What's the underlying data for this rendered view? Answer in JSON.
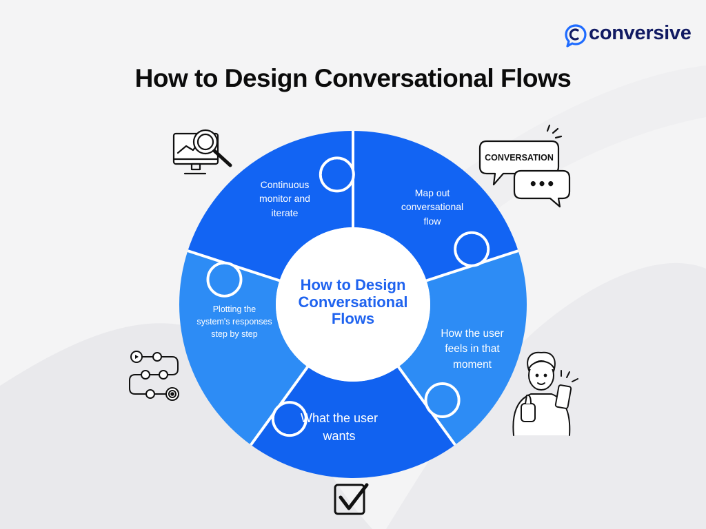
{
  "brand": {
    "name": "conversive",
    "logo_icon": "chat-bubble-logo-icon",
    "color": "#111a63"
  },
  "title": "How to Design Conversational Flows",
  "center_label": "How to Design Conversational Flows",
  "segments": [
    {
      "label": "Map out conversational flow",
      "color": "#1264f3",
      "icon": "conversation-bubbles-icon",
      "icon_text": "CONVERSATION",
      "icon_dots": "•••"
    },
    {
      "label": "How the user feels in that moment",
      "color": "#2d8cf5",
      "icon": "person-thumbs-up-phone-icon"
    },
    {
      "label": "What the user wants",
      "color": "#1162f0",
      "icon": "checkbox-checked-icon"
    },
    {
      "label": "Plotting the system's responses step by step",
      "color": "#2d8cf5",
      "icon": "flow-path-target-icon"
    },
    {
      "label": "Continuous monitor and iterate",
      "color": "#1264f3",
      "icon": "monitor-magnifier-chart-icon"
    }
  ],
  "colors": {
    "background": "#f4f4f5",
    "center_text": "#1f63ef",
    "title_text": "#0b0b0b"
  }
}
